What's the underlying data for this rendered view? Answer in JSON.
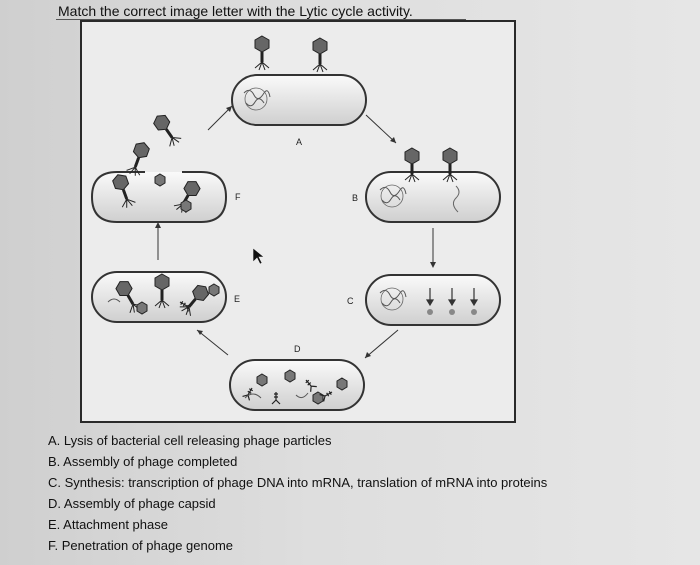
{
  "title": "Match the correct image letter with the Lytic cycle activity.",
  "stage_labels": {
    "A": "A",
    "B": "B",
    "C": "C",
    "D": "D",
    "E": "E",
    "F": "F"
  },
  "answers": [
    "A. Lysis of bacterial cell releasing phage particles",
    "B. Assembly of phage completed",
    "C. Synthesis: transcription of phage DNA into mRNA, translation of mRNA into proteins",
    "D. Assembly of phage capsid",
    "E. Attachment phase",
    "F. Penetration of phage genome"
  ]
}
